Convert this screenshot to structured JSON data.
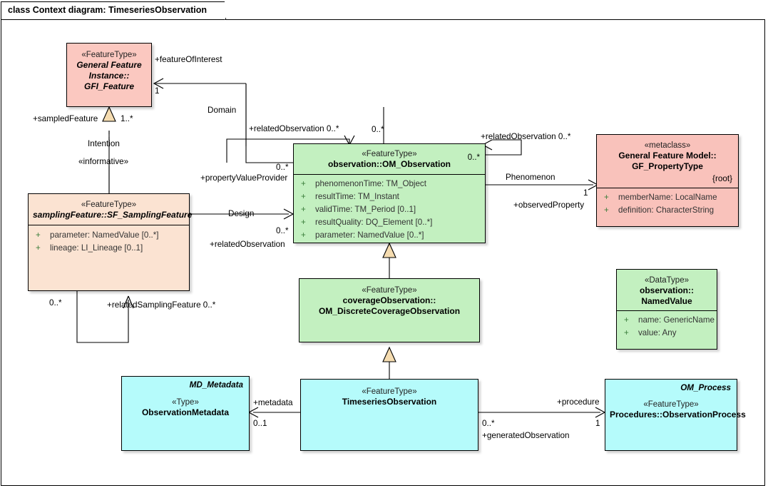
{
  "diagram": {
    "title": "class Context diagram: TimeseriesObservation"
  },
  "classes": {
    "gfi_feature": {
      "stereotype": "«FeatureType»",
      "name_line1": "General Feature",
      "name_line2": "Instance::",
      "name_line3": "GFI_Feature"
    },
    "sampling_feature": {
      "stereotype": "«FeatureType»",
      "name": "samplingFeature::SF_SamplingFeature",
      "attributes": [
        {
          "vis": "+",
          "text": "parameter: NamedValue [0..*]"
        },
        {
          "vis": "+",
          "text": "lineage: LI_Lineage [0..1]"
        }
      ]
    },
    "om_observation": {
      "stereotype": "«FeatureType»",
      "name": "observation::OM_Observation",
      "corner_multiplicity": "0..*",
      "attributes": [
        {
          "vis": "+",
          "text": "phenomenonTime: TM_Object"
        },
        {
          "vis": "+",
          "text": "resultTime: TM_Instant"
        },
        {
          "vis": "+",
          "text": "validTime: TM_Period [0..1]"
        },
        {
          "vis": "+",
          "text": "resultQuality: DQ_Element [0..*]"
        },
        {
          "vis": "+",
          "text": "parameter: NamedValue [0..*]"
        }
      ]
    },
    "gf_propertytype": {
      "stereotype": "«metaclass»",
      "name_line1": "General Feature Model::",
      "name_line2": "GF_PropertyType",
      "constraint": "{root}",
      "attributes": [
        {
          "vis": "+",
          "text": "memberName: LocalName"
        },
        {
          "vis": "+",
          "text": "definition: CharacterString"
        }
      ]
    },
    "coverage_observation": {
      "stereotype": "«FeatureType»",
      "name_line1": "coverageObservation::",
      "name_line2": "OM_DiscreteCoverageObservation"
    },
    "named_value": {
      "stereotype": "«DataType»",
      "name_line1": "observation::",
      "name_line2": "NamedValue",
      "attributes": [
        {
          "vis": "+",
          "text": "name: GenericName"
        },
        {
          "vis": "+",
          "text": "value: Any"
        }
      ]
    },
    "observation_metadata": {
      "tag": "MD_Metadata",
      "stereotype": "«Type»",
      "name": "ObservationMetadata"
    },
    "timeseries_observation": {
      "stereotype": "«FeatureType»",
      "name": "TimeseriesObservation"
    },
    "observation_process": {
      "tag": "OM_Process",
      "stereotype": "«FeatureType»",
      "name": "Procedures::ObservationProcess"
    }
  },
  "connector_labels": {
    "feature_of_interest": "+featureOfInterest",
    "feature_of_interest_mult": "1",
    "domain": "Domain",
    "sampled_feature": "+sampledFeature",
    "sampled_feature_mult": "1..*",
    "intention": "Intention",
    "informative": "«informative»",
    "related_observation_left": "+relatedObservation 0..*",
    "top_mult": "0..*",
    "related_observation_right": "+relatedObservation 0..*",
    "property_value_provider": "+propertyValueProvider",
    "property_value_provider_mult": "0..*",
    "design": "Design",
    "related_observation_design": "+relatedObservation",
    "design_mult": "0..*",
    "phenomenon": "Phenomenon",
    "observed_property": "+observedProperty",
    "observed_property_mult": "1",
    "sampling_self_mult": "0..*",
    "related_sampling_feature": "+relatedSamplingFeature 0..*",
    "metadata": "+metadata",
    "metadata_mult": "0..1",
    "procedure": "+procedure",
    "procedure_mult": "1",
    "generated_observation": "+generatedObservation",
    "generated_observation_mult": "0..*"
  },
  "colors": {
    "pink": "#fbc8c0",
    "peach": "#fbe3d2",
    "green": "#c3f0c0",
    "cyan": "#b5fbfb",
    "line": "#000000",
    "generalization_fill": "#f5dcb0"
  }
}
